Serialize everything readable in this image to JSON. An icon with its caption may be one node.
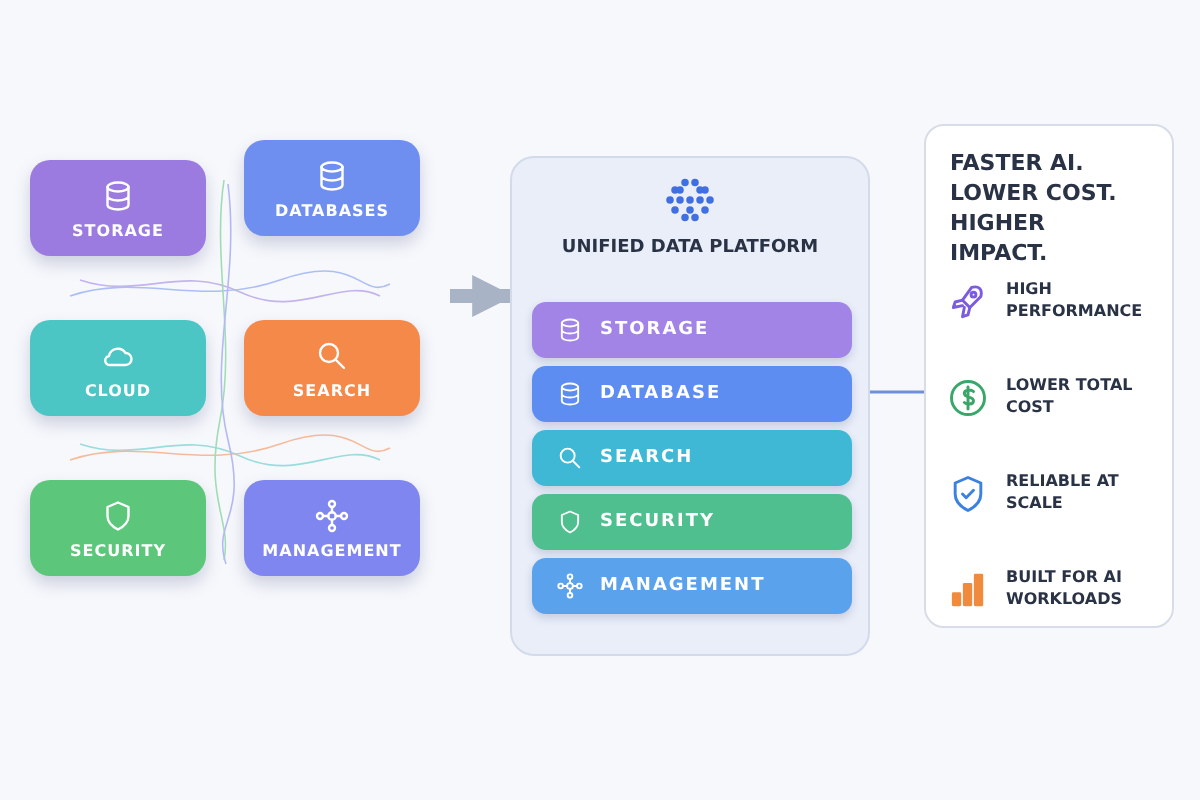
{
  "diagram": {
    "nodes": [
      {
        "text": [
          "STORAGE"
        ]
      },
      {
        "text": [
          "DATABASES"
        ]
      },
      {
        "text": [
          "CLOUD"
        ]
      },
      {
        "text": [
          "SEARCH"
        ]
      },
      {
        "text": [
          "SECURITY"
        ]
      },
      {
        "text": [
          "MANAGEMENT"
        ]
      },
      {
        "text": [
          "UNIFIED DATA PLATFORM"
        ]
      },
      {
        "text": [
          "STORAGE"
        ],
        "in": 6
      },
      {
        "text": [
          "DATABASE"
        ],
        "in": 6
      },
      {
        "text": [
          "SEARCH"
        ],
        "in": 6
      },
      {
        "text": [
          "SECURITY"
        ],
        "in": 6
      },
      {
        "text": [
          "MANAGEMENT"
        ],
        "in": 6
      },
      {
        "text": [
          "FASTER AI. LOWER COST. HIGHER IMPACT."
        ]
      },
      {
        "text": [
          "HIGH PERFORMANCE"
        ],
        "in": 12
      },
      {
        "text": [
          "LOWER TOTAL COST"
        ],
        "in": 12
      },
      {
        "text": [
          "RELIABLE AT SCALE"
        ],
        "in": 12
      },
      {
        "text": [
          "BUILT FOR AI WORKLOADS"
        ],
        "in": 12
      }
    ],
    "edges": [
      {
        "from": null,
        "to": 6,
        "arrow": "to",
        "style": "thick",
        "color": "#a9b3c6"
      },
      {
        "from": 6,
        "to": 12,
        "arrow": "none"
      }
    ]
  }
}
